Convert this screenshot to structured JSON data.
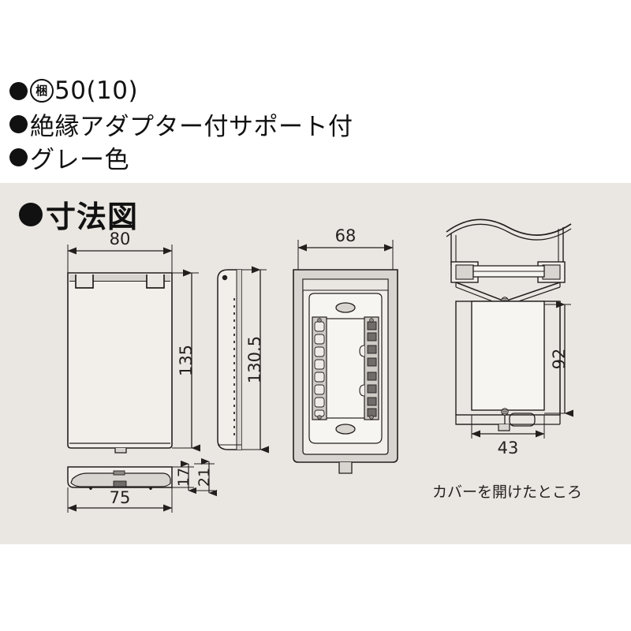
{
  "spec": {
    "lines": [
      {
        "bullet": true,
        "circled": "梱",
        "text": "50(10)"
      },
      {
        "bullet": true,
        "circled": "",
        "text": "絶縁アダプター付サポート付"
      },
      {
        "bullet": true,
        "circled": "",
        "text": "グレー色"
      }
    ]
  },
  "panel": {
    "heading": "寸法図",
    "background_color": "#eae6e1"
  },
  "drawings": {
    "front_view": {
      "name": "front-view",
      "dimensions": {
        "width_label": "80",
        "height_label": "135"
      }
    },
    "side_view": {
      "name": "side-view",
      "dimensions": {
        "height_label": "130.5"
      }
    },
    "bottom_view": {
      "name": "bottom-view",
      "dimensions": {
        "width_label": "75",
        "inner_height_label": "17",
        "outer_height_label": "21"
      }
    },
    "interior_view": {
      "name": "interior-view",
      "dimensions": {
        "width_label": "68"
      }
    },
    "cover_open_view": {
      "name": "cover-open-view",
      "caption": "カバーを開けたところ",
      "dimensions": {
        "height_label": "92",
        "width_label": "43"
      }
    }
  },
  "colors": {
    "page_background": "#ffffff",
    "panel_background": "#eae6e1",
    "line": "#231f1e",
    "text": "#111111",
    "fill_light": "#f2efeb",
    "fill_mid": "#d8d4cf",
    "fill_dark": "#b9b5b0"
  }
}
